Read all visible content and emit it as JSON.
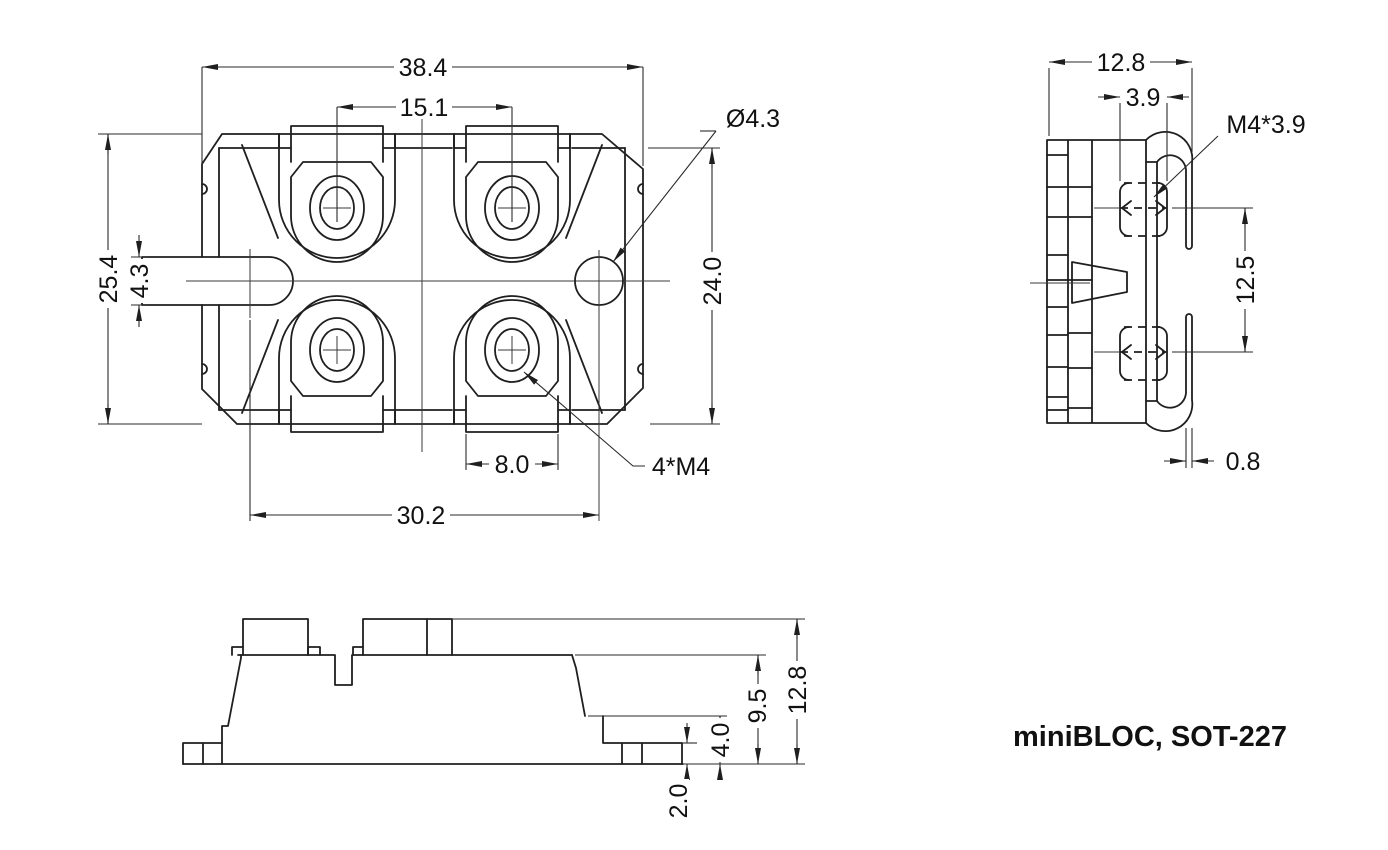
{
  "caption": "miniBLOC, SOT-227",
  "top_view": {
    "width": "38.4",
    "terminal_pitch": "15.1",
    "height": "25.4",
    "tab_width": "4.3",
    "inner_height": "24.0",
    "terminal_width": "8.0",
    "tab_to_hole": "30.2",
    "hole_dia": "Ø4.3",
    "screw_label": "4*M4"
  },
  "side_view": {
    "depth": "12.8",
    "nut_depth": "3.9",
    "nut_label": "M4*3.9",
    "nut_pitch": "12.5",
    "clip_thickness": "0.8"
  },
  "front_view": {
    "total_height": "12.8",
    "body_height": "9.5",
    "flange_step": "4.0",
    "base_height": "2.0"
  }
}
